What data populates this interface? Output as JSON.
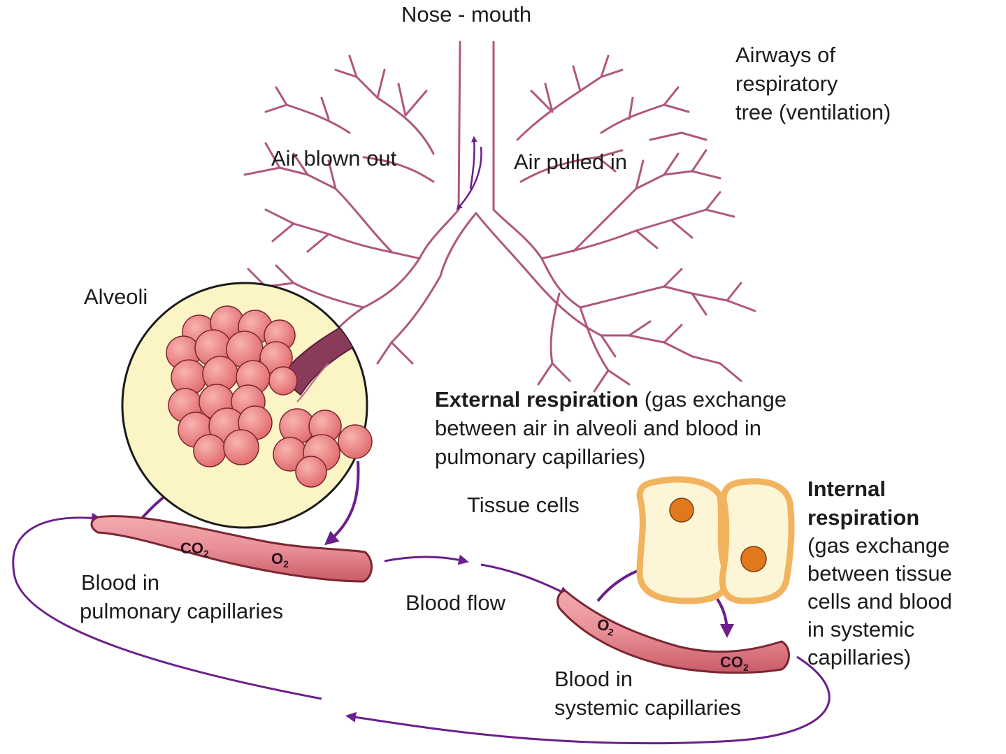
{
  "labels": {
    "nose_mouth": "Nose - mouth",
    "airways_1": "Airways of",
    "airways_2": "respiratory",
    "airways_3": "tree (ventilation)",
    "air_blown_out": "Air blown out",
    "air_pulled_in": "Air pulled in",
    "alveoli": "Alveoli",
    "external_bold": "External respiration",
    "external_1": "(gas exchange",
    "external_2": "between air in alveoli and blood in",
    "external_3": "pulmonary capillaries)",
    "tissue_cells": "Tissue cells",
    "internal_1": "Internal",
    "internal_2": "respiration",
    "internal_3": "(gas exchange",
    "internal_4": "between tissue",
    "internal_5": "cells and blood",
    "internal_6": "in systemic",
    "internal_7": "capillaries)",
    "blood_pulmonary_1": "Blood in",
    "blood_pulmonary_2": "pulmonary capillaries",
    "blood_flow": "Blood flow",
    "blood_systemic_1": "Blood in",
    "blood_systemic_2": "systemic capillaries"
  },
  "gases": {
    "co2_base": "CO",
    "co2_sub": "2",
    "o2_base": "O",
    "o2_sub": "2"
  },
  "colors": {
    "airway": "#b0577e",
    "arrow": "#6a1f8c",
    "capillary": "#e28a90",
    "capillary_edge": "#7a2633",
    "alveolus": "#ef8a8a",
    "alveoli_bg": "#fbf4c4",
    "cell_fill": "#fdf6d6",
    "cell_border": "#f2b35e",
    "nucleus": "#e2781e"
  }
}
